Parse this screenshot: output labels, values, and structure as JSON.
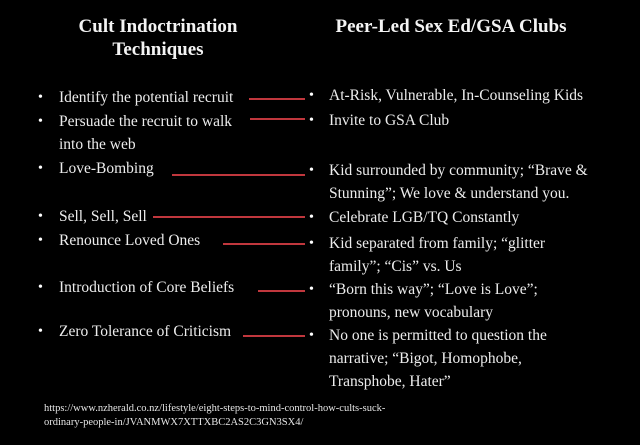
{
  "columns": {
    "left": {
      "title_line1": "Cult Indoctrination",
      "title_line2": "Techniques"
    },
    "right": {
      "title": "Peer-Led Sex Ed/GSA Clubs"
    }
  },
  "rows": [
    {
      "left": "Identify the potential recruit",
      "right": "At-Risk, Vulnerable, In-Counseling Kids"
    },
    {
      "left": "Persuade the recruit to walk into the web",
      "right": "Invite to GSA Club"
    },
    {
      "left": "Love-Bombing",
      "right": "Kid surrounded by community; “Brave & Stunning”; We love & understand you."
    },
    {
      "left": "Sell, Sell, Sell",
      "right": "Celebrate LGB/TQ Constantly"
    },
    {
      "left": "Renounce Loved Ones",
      "right": "Kid separated from family; “glitter family”; “Cis” vs. Us"
    },
    {
      "left": "Introduction of Core Beliefs",
      "right": "“Born this way”; “Love is Love”; pronouns, new vocabulary"
    },
    {
      "left": "Zero Tolerance of Criticism",
      "right": "No one is permitted to question the narrative; “Bigot, Homophobe, Transphobe, Hater”"
    }
  ],
  "bullet_glyph": "•",
  "source_url": "https://www.nzherald.co.nz/lifestyle/eight-steps-to-mind-control-how-cults-suck-ordinary-people-in/JVANMWX7XTTXBC2AS2C3GN3SX4/",
  "colors": {
    "background": "#000000",
    "text": "#ececec",
    "connector": "#c0373d"
  }
}
